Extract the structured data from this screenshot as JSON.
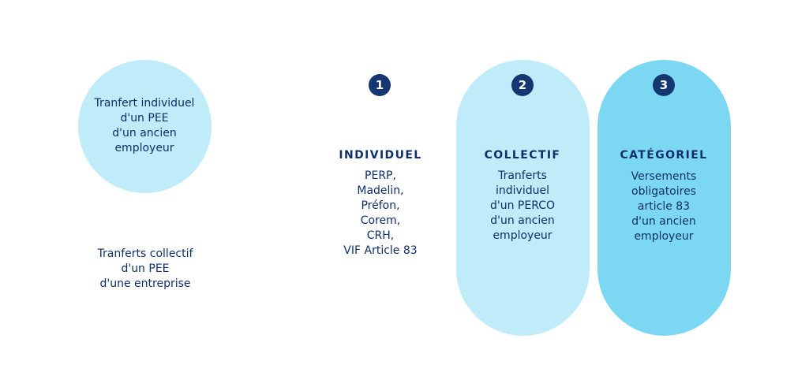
{
  "left": {
    "circle_text": [
      "Tranfert individuel",
      "d'un PEE",
      "d'un ancien",
      "employeur"
    ],
    "bottom_text": [
      "Tranferts collectif",
      "d'un PEE",
      "d'une entreprise"
    ]
  },
  "columns": [
    {
      "number": "1",
      "title": "INDIVIDUEL",
      "lines": [
        "PERP,",
        "Madelin,",
        "Préfon,",
        "Corem,",
        "CRH,",
        "VIF Article 83"
      ]
    },
    {
      "number": "2",
      "title": "COLLECTIF",
      "lines": [
        "Tranferts",
        "individuel",
        "d'un PERCO",
        "d'un ancien",
        "employeur"
      ]
    },
    {
      "number": "3",
      "title": "CATÉGORIEL",
      "lines": [
        "Versements",
        "obligatoires",
        "article 83",
        "d'un ancien",
        "employeur"
      ]
    }
  ],
  "colors": {
    "navy": "#0f2f6b",
    "badge": "#143671",
    "light_blue": "#c0ebf9",
    "mid_blue": "#7cd7f3"
  }
}
